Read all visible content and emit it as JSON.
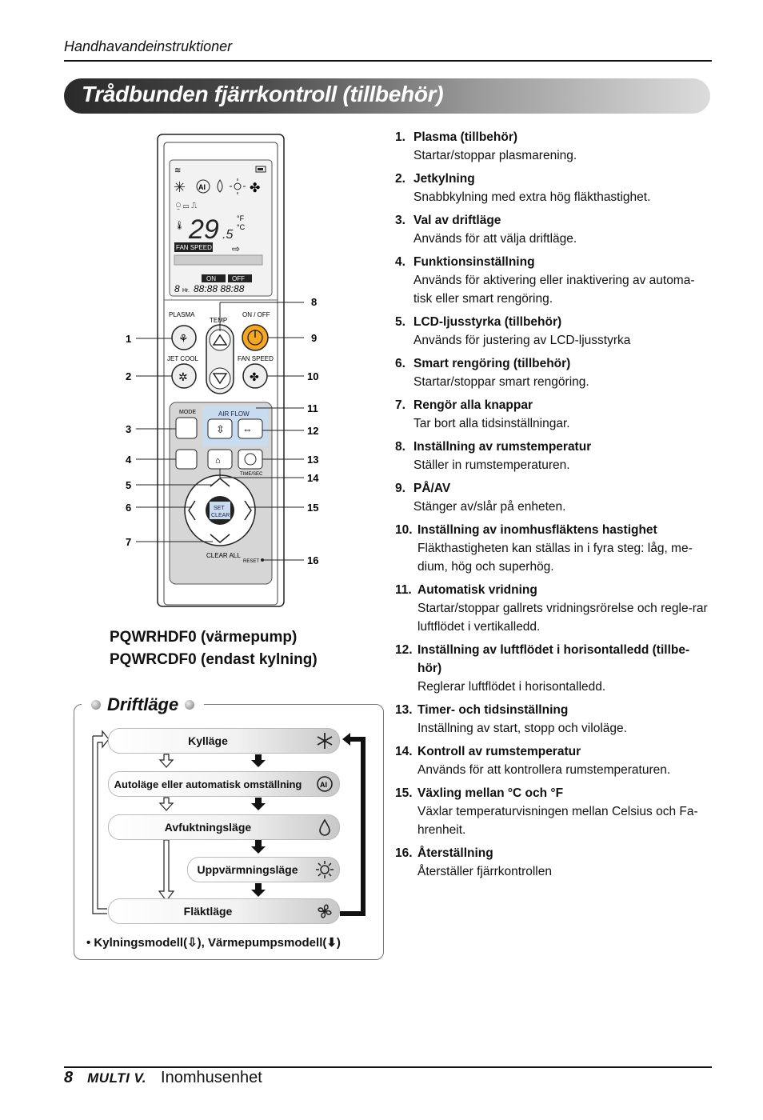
{
  "header": {
    "section": "Handhavandeinstruktioner"
  },
  "banner": {
    "title": "Trådbunden fjärrkontroll (tillbehör)"
  },
  "remote": {
    "lcd": {
      "temp": "29",
      "temp_decimal": ".5",
      "unit_f": "°F",
      "unit_c": "°C",
      "fan_speed": "FAN SPEED",
      "on": "ON",
      "off": "OFF",
      "hr": "Hr."
    },
    "buttons": {
      "plasma": "PLASMA",
      "temp": "TEMP",
      "onoff": "ON / OFF",
      "jetcool": "JET COOL",
      "fanspeed": "FAN SPEED",
      "mode": "MODE",
      "airflow": "AIR FLOW",
      "timesec": "TIME/SEC",
      "set": "SET",
      "clear": "CLEAR",
      "clearall": "CLEAR ALL",
      "reset": "RESET"
    },
    "callouts": [
      "1",
      "2",
      "3",
      "4",
      "5",
      "6",
      "7",
      "8",
      "9",
      "10",
      "11",
      "12",
      "13",
      "14",
      "15",
      "16"
    ]
  },
  "models": {
    "line1": "PQWRHDF0 (värmepump)",
    "line2": "PQWRCDF0 (endast kylning)"
  },
  "items": [
    {
      "num": "1.",
      "title": "Plasma (tillbehör)",
      "desc": "Startar/stoppar plasmarening."
    },
    {
      "num": "2.",
      "title": "Jetkylning",
      "desc": "Snabbkylning med extra hög fläkthastighet."
    },
    {
      "num": "3.",
      "title": "Val av driftläge",
      "desc": "Används för att välja driftläge."
    },
    {
      "num": "4.",
      "title": "Funktionsinställning",
      "desc": "Används för aktivering eller inaktivering av automa-tisk eller smart rengöring."
    },
    {
      "num": "5.",
      "title": "LCD-ljusstyrka (tillbehör)",
      "desc": "Används för justering av LCD-ljusstyrka"
    },
    {
      "num": "6.",
      "title": "Smart rengöring (tillbehör)",
      "desc": "Startar/stoppar smart rengöring."
    },
    {
      "num": "7.",
      "title": "Rengör alla knappar",
      "desc": "Tar bort alla tidsinställningar."
    },
    {
      "num": "8.",
      "title": "Inställning av rumstemperatur",
      "desc": "Ställer in rumstemperaturen."
    },
    {
      "num": "9.",
      "title": "PÅ/AV",
      "desc": "Stänger av/slår på enheten."
    },
    {
      "num": "10.",
      "title": "Inställning av inomhusfläktens hastighet",
      "desc": "Fläkthastigheten kan ställas in i fyra steg: låg, me-dium, hög och superhög."
    },
    {
      "num": "11.",
      "title": "Automatisk vridning",
      "desc": "Startar/stoppar gallrets vridningsrörelse och regle-rar luftflödet i vertikalledd."
    },
    {
      "num": "12.",
      "title": "Inställning av luftflödet i horisontalledd (tillbe-hör)",
      "desc": "Reglerar luftflödet i horisontalledd."
    },
    {
      "num": "13.",
      "title": "Timer- och tidsinställning",
      "desc": "Inställning av start, stopp och viloläge."
    },
    {
      "num": "14.",
      "title": "Kontroll av rumstemperatur",
      "desc": "Används för att kontrollera rumstemperaturen."
    },
    {
      "num": "15.",
      "title": "Växling mellan °C och °F",
      "desc": "Växlar temperaturvisningen mellan Celsius och Fa-hrenheit."
    },
    {
      "num": "16.",
      "title": "Återställning",
      "desc": "Återställer fjärrkontrollen"
    }
  ],
  "drift": {
    "title": "Driftläge",
    "modes": [
      "Kylläge",
      "Autoläge eller automatisk omställning",
      "Avfuktningsläge",
      "Uppvärmningsläge",
      "Fläktläge"
    ],
    "note": "• Kylningsmodell(⇩), Värmepumpsmodell(⬇)"
  },
  "footer": {
    "page": "8",
    "brand": "MULTI V.",
    "label": "Inomhusenhet"
  }
}
